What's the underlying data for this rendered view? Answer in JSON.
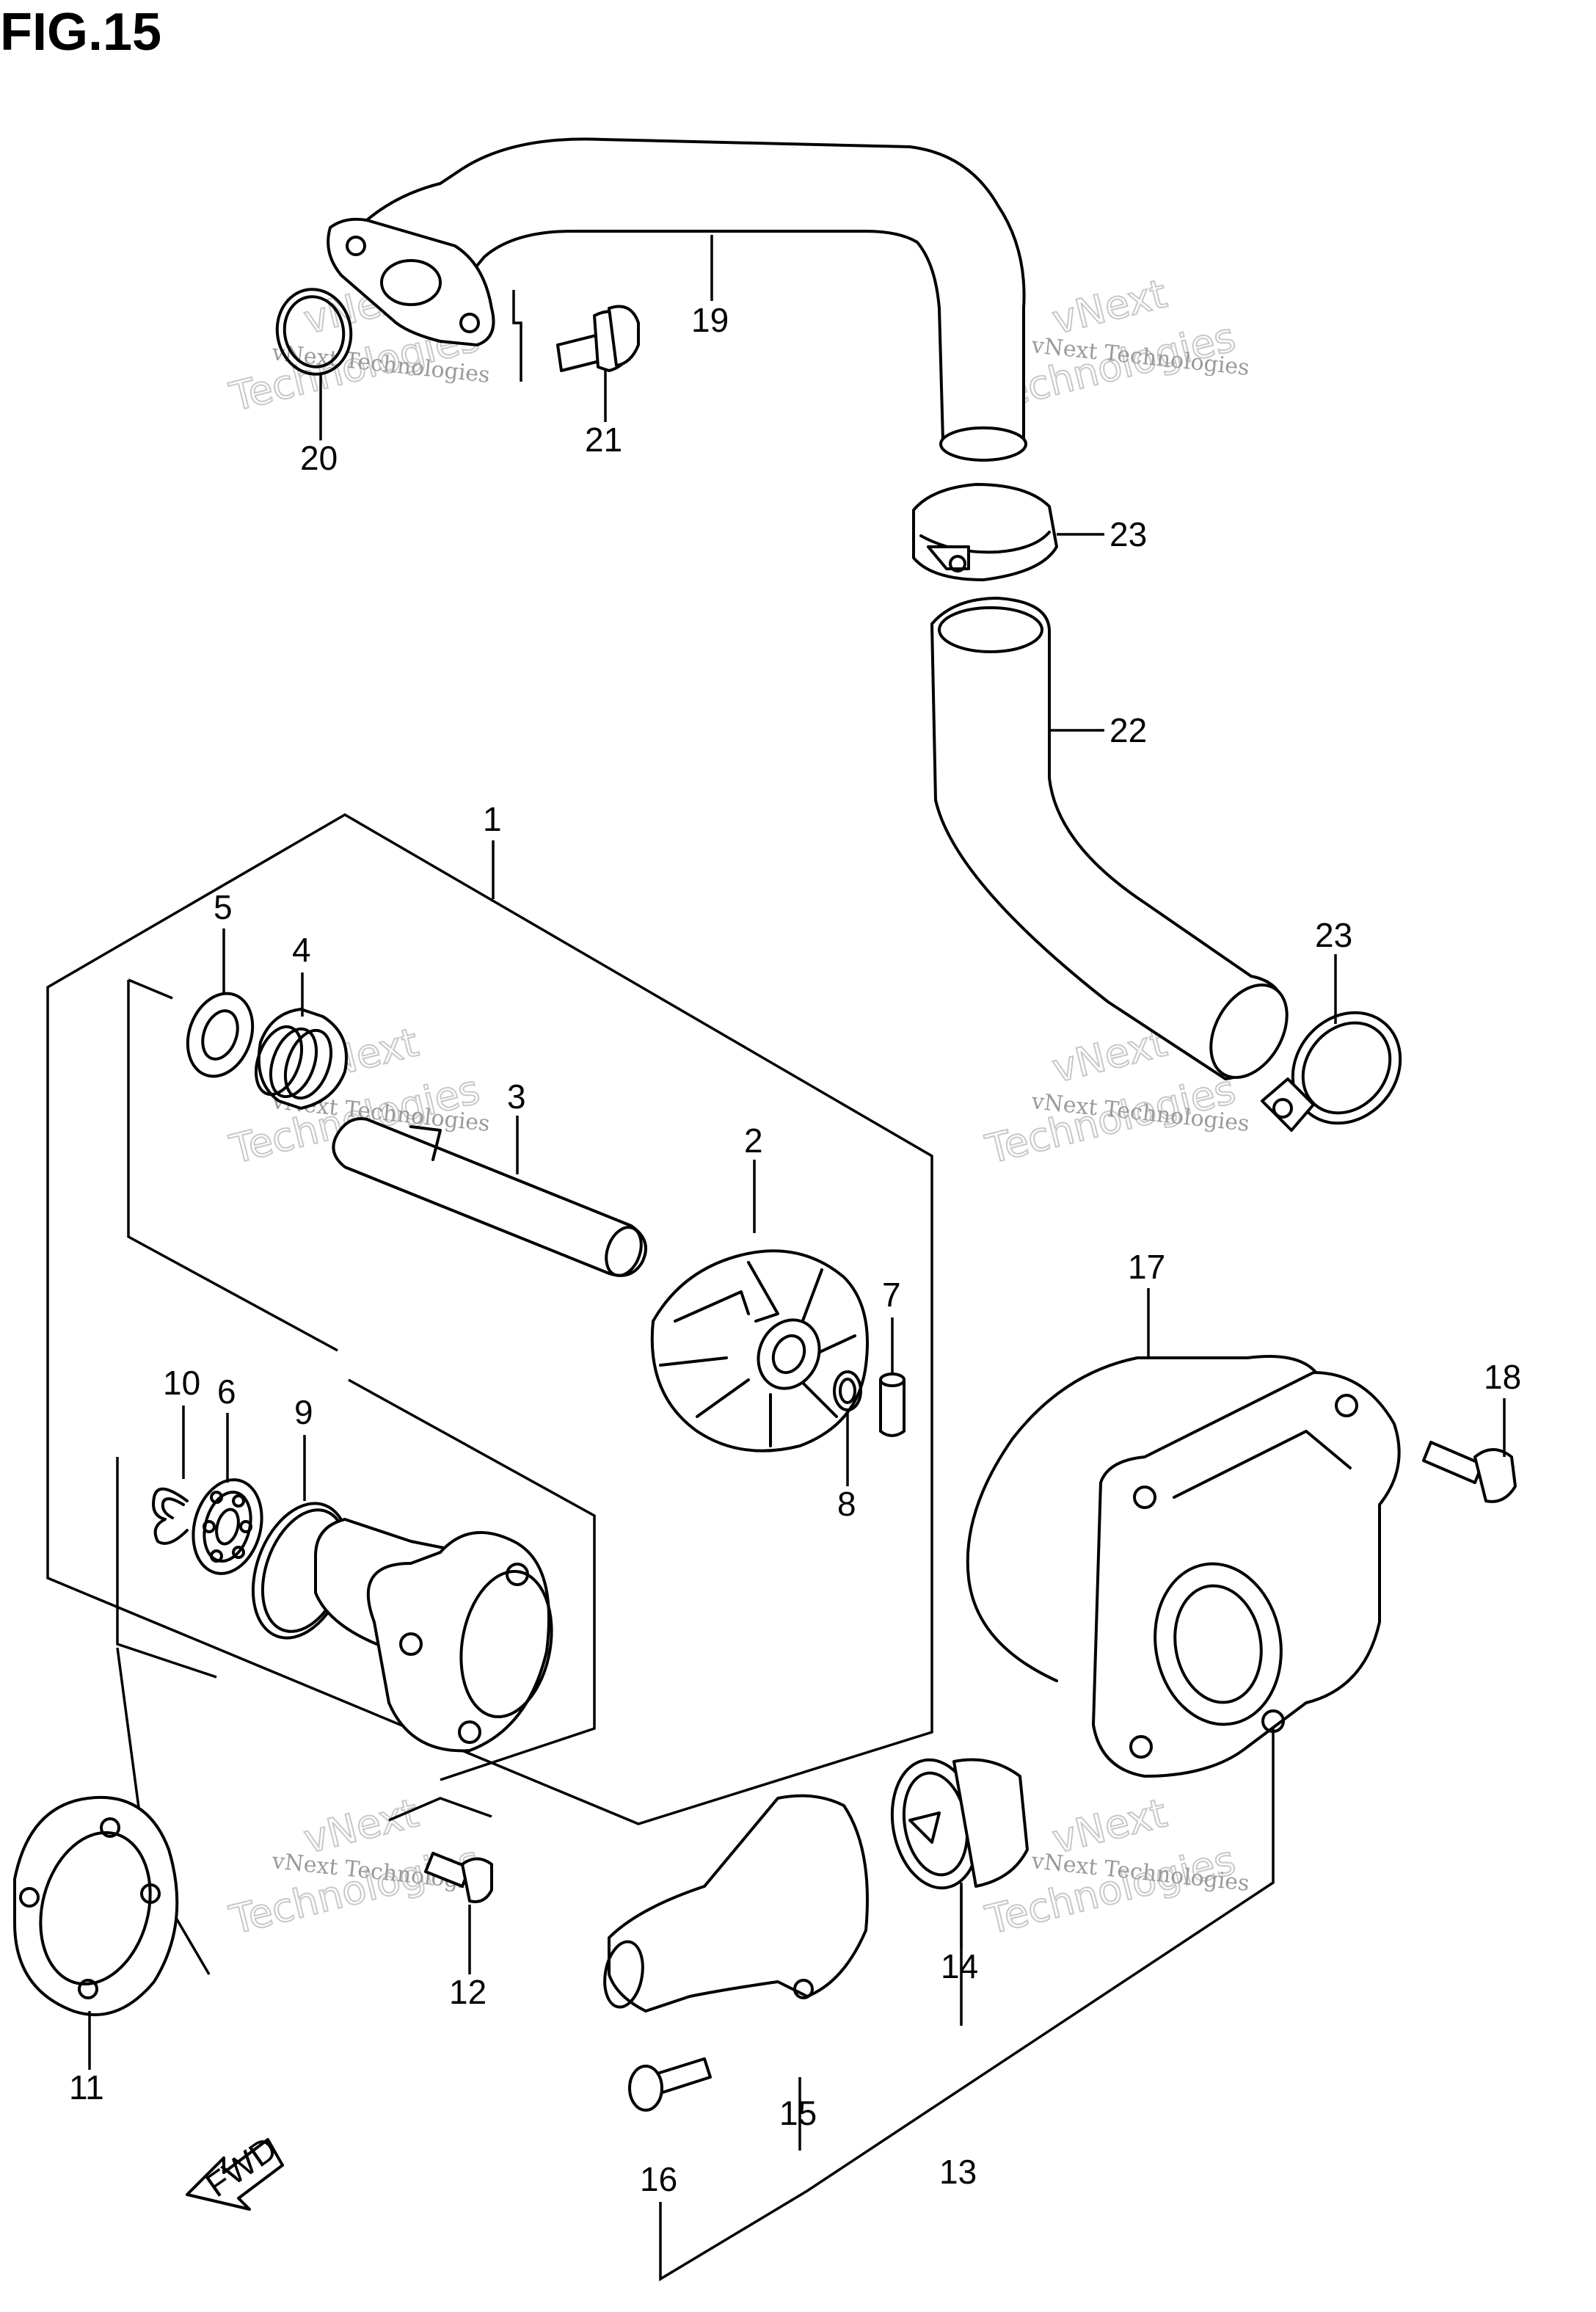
{
  "figure": {
    "title": "FIG.15",
    "fwd_label": "FWD"
  },
  "watermark": {
    "small": "vNext Technologies",
    "big_line1": "vNext",
    "big_line2": "Technologies"
  },
  "callouts": {
    "c1": "1",
    "c2": "2",
    "c3": "3",
    "c4": "4",
    "c5": "5",
    "c6": "6",
    "c7": "7",
    "c8": "8",
    "c9": "9",
    "c10": "10",
    "c11": "11",
    "c12": "12",
    "c13": "13",
    "c14": "14",
    "c15": "15",
    "c16": "16",
    "c17": "17",
    "c18": "18",
    "c19": "19",
    "c20": "20",
    "c21": "21",
    "c22": "22",
    "c23a": "23",
    "c23b": "23"
  }
}
